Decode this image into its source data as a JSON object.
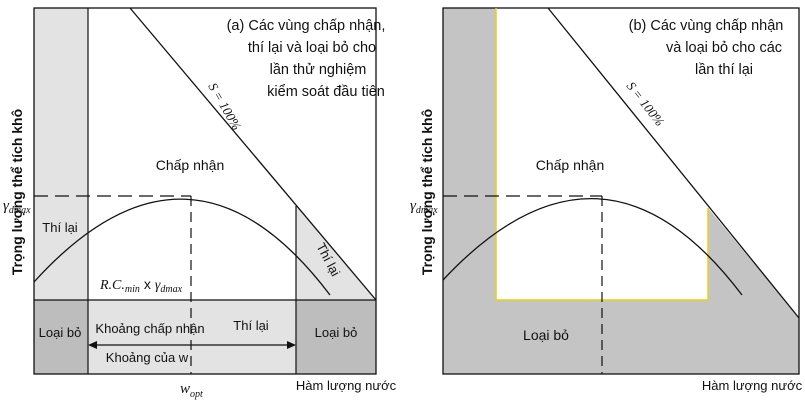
{
  "panel_a": {
    "title_lines": [
      "(a) Các vùng chấp nhận,",
      "thí lại và loại bỏ cho",
      "lần thử nghiệm",
      "kiểm soát đầu tiên"
    ],
    "y_axis_label": "Trọng lượng thể tích khô",
    "x_axis_label": "Hàm lượng nước",
    "gamma_label": "γ",
    "gamma_sub": "dmax",
    "wopt_label": "w",
    "wopt_sub": "opt",
    "s_line_label": "S = 100%",
    "accept_label": "Chấp nhận",
    "retest_left": "Thí lại",
    "retest_right_diag": "Thí lại",
    "retest_band": "Thí lại",
    "reject_left": "Loại bỏ",
    "reject_right": "Loại bỏ",
    "accept_range": "Khoảng chấp nhận",
    "w_range": "Khoảng của w",
    "w_range_var": "w",
    "rc_label": "R.C.",
    "rc_sub": "min",
    "rc_times": "x",
    "rc_gamma": "γ",
    "rc_gamma_sub": "dmax",
    "colors": {
      "light_gray": "#e3e3e3",
      "mid_gray": "#cfcfcf",
      "dark_gray": "#bdbdbd"
    }
  },
  "panel_b": {
    "title_lines": [
      "(b) Các vùng chấp nhận",
      "và loại bỏ cho các",
      "lần thí lại"
    ],
    "y_axis_label": "Trọng lượng thể tích khô",
    "x_axis_label": "Hàm lượng nước",
    "gamma_label": "γ",
    "gamma_sub": "dmax",
    "s_line_label": "S = 100%",
    "accept_label": "Chấp nhận",
    "reject_label": "Loại bỏ",
    "colors": {
      "gray": "#c4c4c4",
      "yellow": "#e6d21a"
    }
  }
}
